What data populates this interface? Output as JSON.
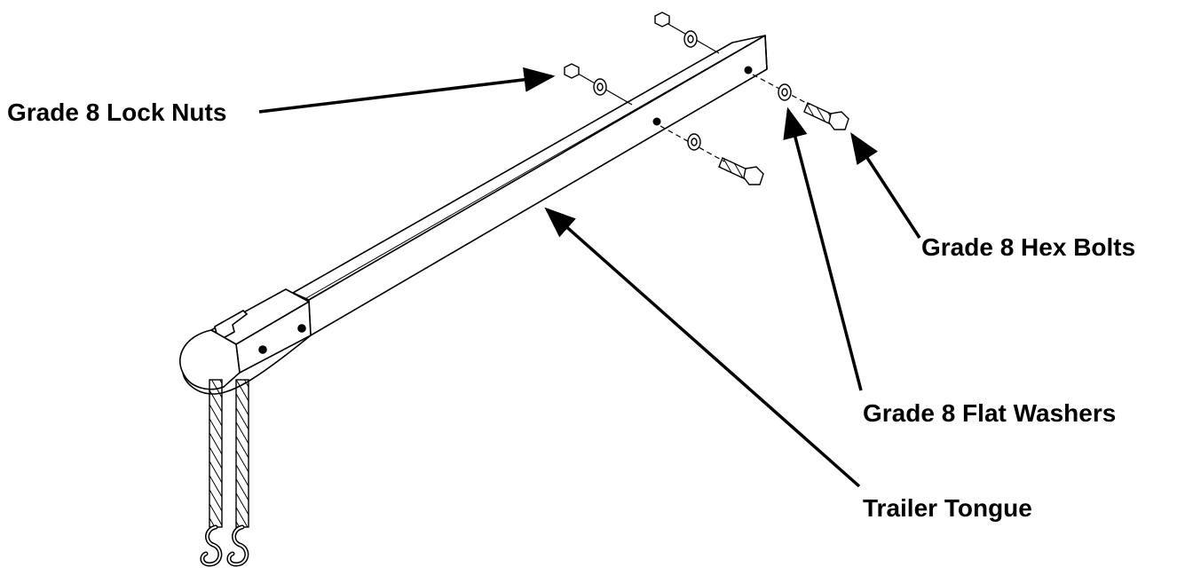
{
  "labels": {
    "lock_nuts": "Grade 8 Lock Nuts",
    "hex_bolts": "Grade 8 Hex Bolts",
    "flat_washers": "Grade 8 Flat Washers",
    "trailer_tongue": "Trailer Tongue"
  },
  "colors": {
    "line": "#000000",
    "background": "#ffffff"
  }
}
